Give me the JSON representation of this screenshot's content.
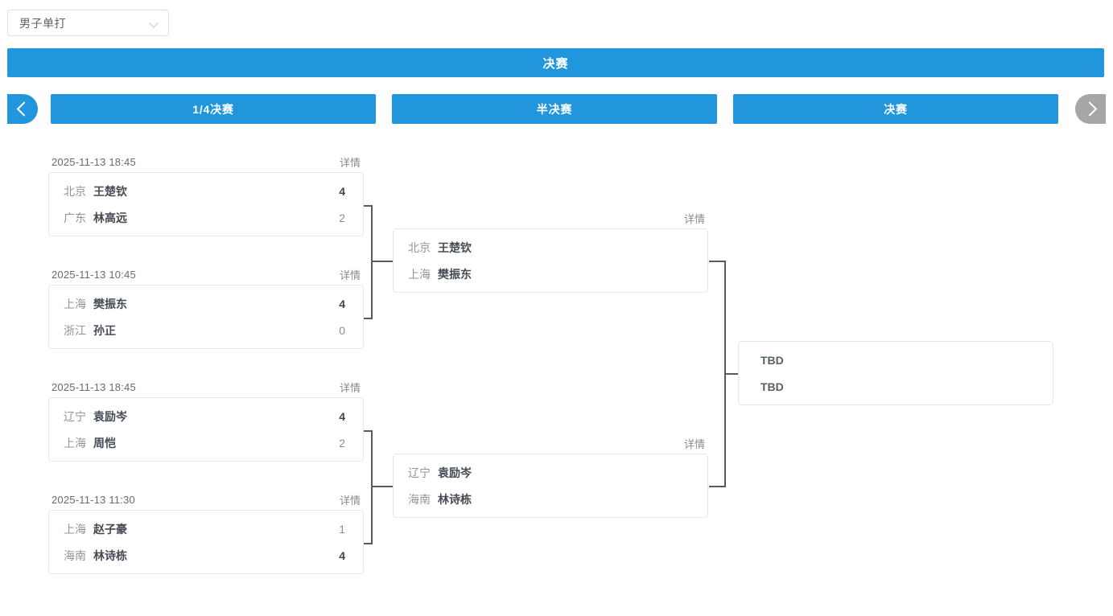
{
  "filter": {
    "selected": "男子单打",
    "caret_icon": "chevron-down-icon"
  },
  "banner": {
    "title": "决赛"
  },
  "nav": {
    "prev_icon": "chevron-left-icon",
    "next_icon": "chevron-right-icon"
  },
  "rounds": [
    {
      "label": "1/4决赛"
    },
    {
      "label": "半决赛"
    },
    {
      "label": "决赛"
    }
  ],
  "colors": {
    "accent_blue": "#2196dd",
    "nav_next_gray": "#a6a6a6",
    "card_border": "#e6e6e6",
    "connector": "#5a5a5a"
  },
  "detail_label": "详情",
  "matches": {
    "qf1": {
      "time": "2025-11-13  18:45",
      "detail": "详情",
      "teams": [
        {
          "province": "北京",
          "name": "王楚钦",
          "score": "4",
          "winner": true
        },
        {
          "province": "广东",
          "name": "林高远",
          "score": "2",
          "winner": false
        }
      ]
    },
    "qf2": {
      "time": "2025-11-13  10:45",
      "detail": "详情",
      "teams": [
        {
          "province": "上海",
          "name": "樊振东",
          "score": "4",
          "winner": true
        },
        {
          "province": "浙江",
          "name": "孙正",
          "score": "0",
          "winner": false
        }
      ]
    },
    "qf3": {
      "time": "2025-11-13  18:45",
      "detail": "详情",
      "teams": [
        {
          "province": "辽宁",
          "name": "袁励岑",
          "score": "4",
          "winner": true
        },
        {
          "province": "上海",
          "name": "周恺",
          "score": "2",
          "winner": false
        }
      ]
    },
    "qf4": {
      "time": "2025-11-13  11:30",
      "detail": "详情",
      "teams": [
        {
          "province": "上海",
          "name": "赵子豪",
          "score": "1",
          "winner": false
        },
        {
          "province": "海南",
          "name": "林诗栋",
          "score": "4",
          "winner": true
        }
      ]
    },
    "sf1": {
      "time": "",
      "detail": "详情",
      "teams": [
        {
          "province": "北京",
          "name": "王楚钦",
          "score": "",
          "winner": false
        },
        {
          "province": "上海",
          "name": "樊振东",
          "score": "",
          "winner": false
        }
      ]
    },
    "sf2": {
      "time": "",
      "detail": "详情",
      "teams": [
        {
          "province": "辽宁",
          "name": "袁励岑",
          "score": "",
          "winner": false
        },
        {
          "province": "海南",
          "name": "林诗栋",
          "score": "",
          "winner": false
        }
      ]
    },
    "final": {
      "time": "",
      "detail": "",
      "teams": [
        {
          "province": "",
          "name": "TBD",
          "score": "",
          "winner": false
        },
        {
          "province": "",
          "name": "TBD",
          "score": "",
          "winner": false
        }
      ]
    }
  }
}
